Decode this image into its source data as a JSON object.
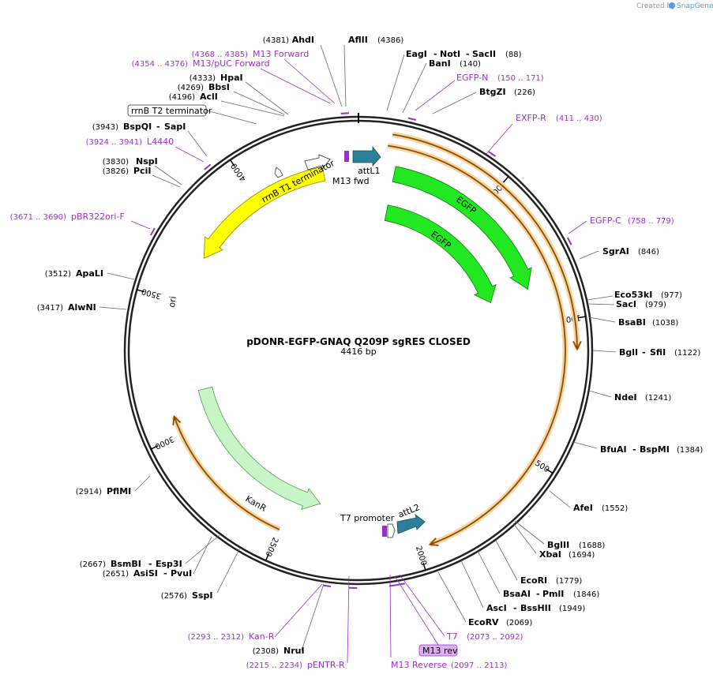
{
  "brand": {
    "created_by": "Created by",
    "name": "SnapGene"
  },
  "plasmid": {
    "name": "pDONR-EGFP-GNAQ Q209P sgRES CLOSED",
    "length": "4416 bp"
  },
  "ticks": [
    {
      "label": "500",
      "bp": 500
    },
    {
      "label": "1000",
      "bp": 1000
    },
    {
      "label": "1500",
      "bp": 1500
    },
    {
      "label": "2000",
      "bp": 2000
    },
    {
      "label": "2500",
      "bp": 2500
    },
    {
      "label": "3000",
      "bp": 3000
    },
    {
      "label": "3500",
      "bp": 3500
    },
    {
      "label": "4000",
      "bp": 4000
    }
  ],
  "enzymes": [
    {
      "name": "AhdI",
      "pos": "(4381)"
    },
    {
      "name": "AflII",
      "pos": "(4386)"
    },
    {
      "name": "EagI",
      "name2": "NotI",
      "name3": "SacII",
      "pos": "(88)"
    },
    {
      "name": "BanI",
      "pos": "(140)"
    },
    {
      "name": "BtgZI",
      "pos": "(226)"
    },
    {
      "name": "SgrAI",
      "pos": "(846)"
    },
    {
      "name": "Eco53kI",
      "pos": "(977)"
    },
    {
      "name": "SacI",
      "pos": "(979)"
    },
    {
      "name": "BsaBI",
      "pos": "(1038)"
    },
    {
      "name": "BglI",
      "name2": "SfiI",
      "pos": "(1122)"
    },
    {
      "name": "NdeI",
      "pos": "(1241)"
    },
    {
      "name": "BfuAI",
      "name2": "BspMI",
      "pos": "(1384)"
    },
    {
      "name": "AfeI",
      "pos": "(1552)"
    },
    {
      "name": "BglII",
      "pos": "(1688)"
    },
    {
      "name": "XbaI",
      "pos": "(1694)"
    },
    {
      "name": "EcoRI",
      "pos": "(1779)"
    },
    {
      "name": "BsaAI",
      "name2": "PmlI",
      "pos": "(1846)"
    },
    {
      "name": "AscI",
      "name2": "BssHII",
      "pos": "(1949)"
    },
    {
      "name": "EcoRV",
      "pos": "(2069)"
    },
    {
      "name": "NruI",
      "pos": "(2308)"
    },
    {
      "name": "SspI",
      "pos": "(2576)"
    },
    {
      "name": "AsiSI",
      "name2": "PvuI",
      "pos": "(2651)"
    },
    {
      "name": "BsmBI",
      "name2": "Esp3I",
      "pos": "(2667)"
    },
    {
      "name": "PflMI",
      "pos": "(2914)"
    },
    {
      "name": "AlwNI",
      "pos": "(3417)"
    },
    {
      "name": "ApaLI",
      "pos": "(3512)"
    },
    {
      "name": "PciI",
      "pos": "(3826)"
    },
    {
      "name": "NspI",
      "pos": "(3830)"
    },
    {
      "name": "BspQI",
      "name2": "SapI",
      "pos": "(3943)"
    },
    {
      "name": "AclI",
      "pos": "(4196)"
    },
    {
      "name": "BbsI",
      "pos": "(4269)"
    },
    {
      "name": "HpaI",
      "pos": "(4333)"
    }
  ],
  "primers": [
    {
      "name": "M13 Forward",
      "range": "(4368 .. 4385)"
    },
    {
      "name": "M13/pUC Forward",
      "range": "(4354 .. 4376)"
    },
    {
      "name": "EGFP-N",
      "range": "(150 .. 171)"
    },
    {
      "name": "EXFP-R",
      "range": "(411 .. 430)"
    },
    {
      "name": "EGFP-C",
      "range": "(758 .. 779)"
    },
    {
      "name": "T7",
      "range": "(2073 .. 2092)"
    },
    {
      "name": "M13 rev",
      "range": ""
    },
    {
      "name": "M13 Reverse",
      "range": "(2097 .. 2113)"
    },
    {
      "name": "pENTR-R",
      "range": "(2215 .. 2234)"
    },
    {
      "name": "Kan-R",
      "range": "(2293 .. 2312)"
    },
    {
      "name": "pBR322ori-F",
      "range": "(3671 .. 3690)"
    },
    {
      "name": "L4440",
      "range": "(3924 .. 3941)"
    }
  ],
  "features": {
    "rrnB_T2": "rrnB T2 terminator",
    "rrnB_T1": "rrnB T1 terminator",
    "m13_fwd": "M13 fwd",
    "attL1": "attL1",
    "egfp1": "EGFP",
    "egfp2": "EGFP",
    "t7_promoter": "T7 promoter",
    "attL2": "attL2",
    "kanR": "KanR",
    "ori": "ori"
  },
  "colors": {
    "egfp": "#22e822",
    "ori": "#ffff00",
    "kanR": "#c8f5c8",
    "attL": "#2c7f96",
    "primer": "#9b30c8",
    "orf": "#e8a040"
  }
}
